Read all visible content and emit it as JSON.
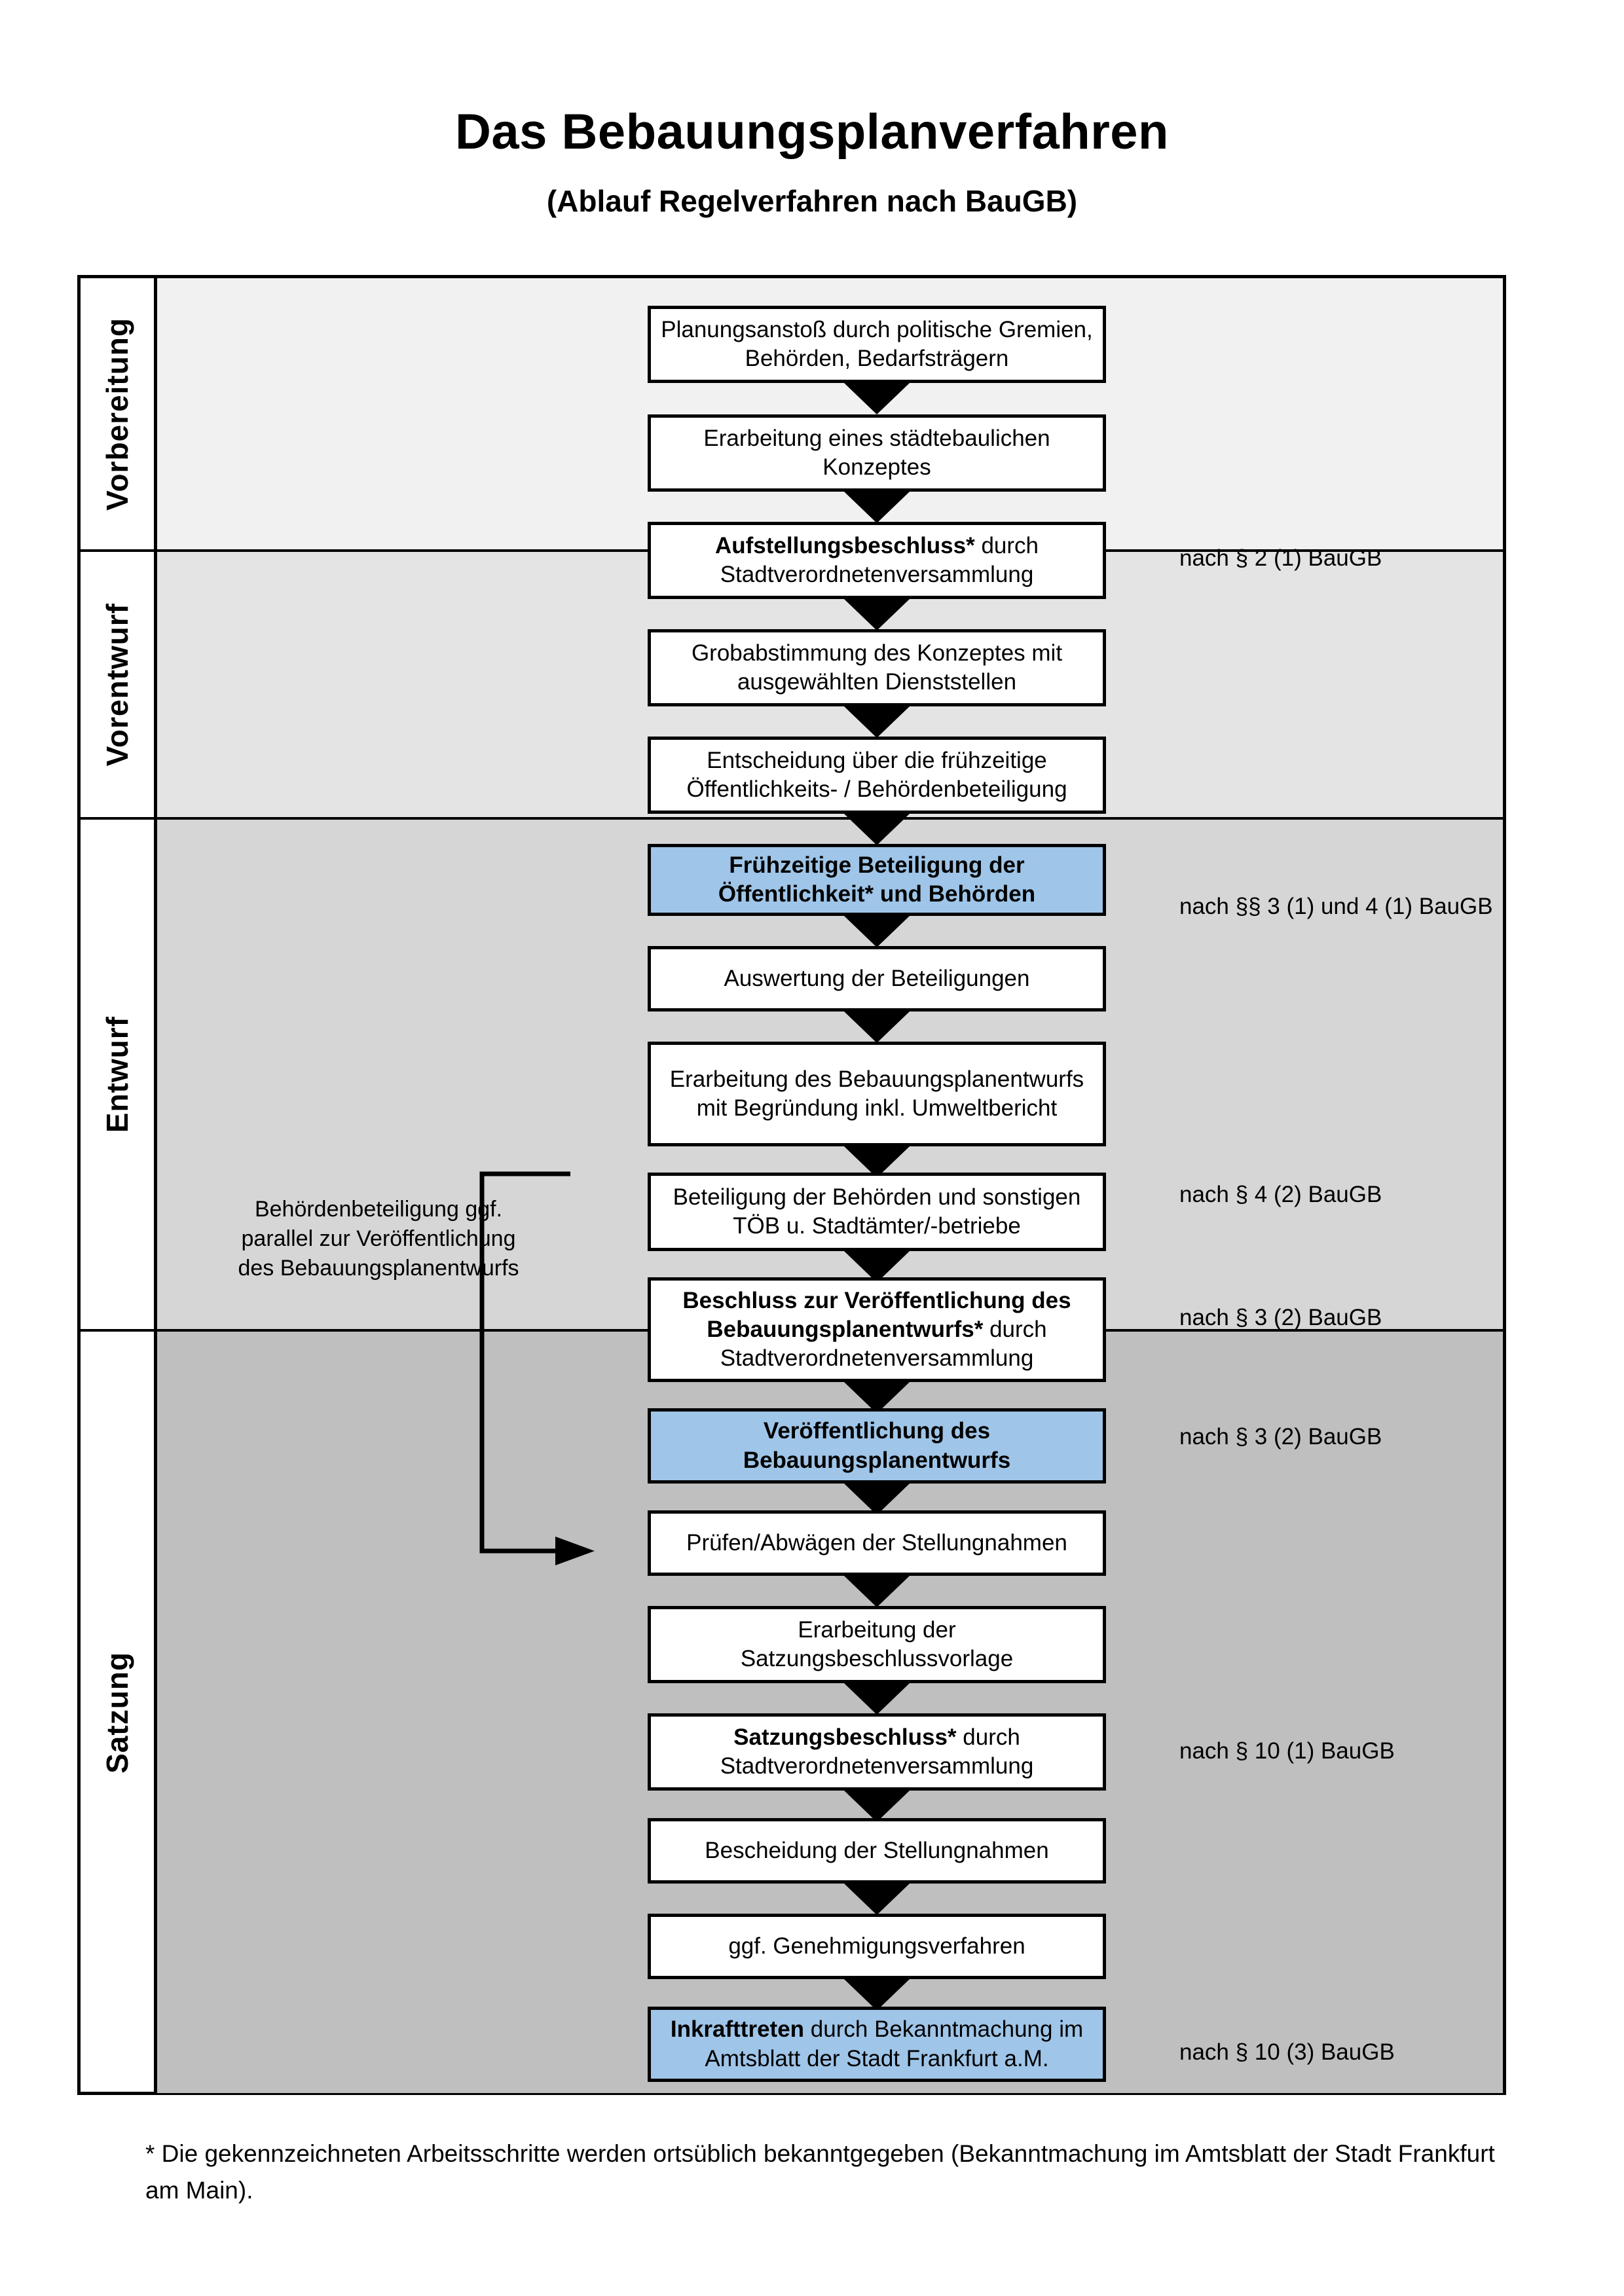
{
  "header": {
    "title": "Das Bebauungsplanverfahren",
    "subtitle": "(Ablauf Regelverfahren nach BauGB)"
  },
  "phases": [
    {
      "label": "Vorbereitung",
      "band_color": "#F1F1F1"
    },
    {
      "label": "Vorentwurf",
      "band_color": "#E4E4E4"
    },
    {
      "label": "Entwurf",
      "band_color": "#D6D6D6"
    },
    {
      "label": "Satzung",
      "band_color": "#BFBFBF"
    }
  ],
  "steps": [
    {
      "id": "s1",
      "text": "Planungsanstoß durch politische Gremien, Behörden, Bedarfsträgern",
      "bold_prefix": "",
      "highlight": false
    },
    {
      "id": "s2",
      "text": "Erarbeitung eines städtebaulichen Konzeptes",
      "bold_prefix": "",
      "highlight": false
    },
    {
      "id": "s3",
      "text": "durch Stadtverordnetenversammlung",
      "bold_prefix": "Aufstellungsbeschluss*",
      "highlight": false
    },
    {
      "id": "s4",
      "text": "Grobabstimmung des Konzeptes mit ausgewählten Dienststellen",
      "bold_prefix": "",
      "highlight": false
    },
    {
      "id": "s5",
      "text": "Entscheidung über die frühzeitige Öffentlichkeits- / Behördenbeteiligung",
      "bold_prefix": "",
      "highlight": false
    },
    {
      "id": "s6",
      "text": "",
      "bold_prefix": "Frühzeitige Beteiligung der Öffentlichkeit* und Behörden",
      "highlight": true
    },
    {
      "id": "s7",
      "text": "Auswertung der Beteiligungen",
      "bold_prefix": "",
      "highlight": false
    },
    {
      "id": "s8",
      "text": "Erarbeitung des Bebauungsplanentwurfs mit Begründung inkl. Umweltbericht",
      "bold_prefix": "",
      "highlight": false
    },
    {
      "id": "s9",
      "text": "Beteiligung der Behörden und sonstigen TÖB u. Stadtämter/-betriebe",
      "bold_prefix": "",
      "highlight": false
    },
    {
      "id": "s10",
      "text": "durch Stadtverordnetenversammlung",
      "bold_prefix": "Beschluss zur Veröffentlichung des Bebauungsplanentwurfs*",
      "highlight": false
    },
    {
      "id": "s11",
      "text": "",
      "bold_prefix": "Veröffentlichung des Bebauungsplanentwurfs",
      "highlight": true
    },
    {
      "id": "s12",
      "text": "Prüfen/Abwägen der Stellungnahmen",
      "bold_prefix": "",
      "highlight": false
    },
    {
      "id": "s13",
      "text": "Erarbeitung der Satzungsbeschlussvorlage",
      "bold_prefix": "",
      "highlight": false
    },
    {
      "id": "s14",
      "text": "durch Stadtverordnetenversammlung",
      "bold_prefix": "Satzungsbeschluss*",
      "highlight": false
    },
    {
      "id": "s15",
      "text": "Bescheidung der Stellungnahmen",
      "bold_prefix": "",
      "highlight": false
    },
    {
      "id": "s16",
      "text": "ggf. Genehmigungsverfahren",
      "bold_prefix": "",
      "highlight": false
    },
    {
      "id": "s17",
      "text": "durch Bekanntmachung im Amtsblatt der Stadt Frankfurt a.M.",
      "bold_prefix": "Inkrafttreten",
      "highlight": true
    }
  ],
  "legal_refs": [
    {
      "id": "r1",
      "text": "nach § 2 (1) BauGB"
    },
    {
      "id": "r2",
      "text": "nach §§ 3 (1) und 4 (1) BauGB"
    },
    {
      "id": "r3",
      "text": "nach § 4 (2) BauGB"
    },
    {
      "id": "r4",
      "text": "nach § 3 (2) BauGB"
    },
    {
      "id": "r5",
      "text": "nach § 3 (2) BauGB"
    },
    {
      "id": "r6",
      "text": "nach § 10 (1) BauGB"
    },
    {
      "id": "r7",
      "text": "nach § 10 (3) BauGB"
    }
  ],
  "side_note": "Behördenbeteiligung ggf. parallel zur Veröffentlichung des Bebauungsplanentwurfs",
  "footnote": "* Die gekennzeichneten Arbeitsschritte werden ortsüblich bekanntgegeben (Bekanntmachung im Amtsblatt  der Stadt Frankfurt am Main).",
  "colors": {
    "highlight_blue": "#9FC5E8",
    "border": "#000000",
    "page_background": "#FFFFFF"
  }
}
